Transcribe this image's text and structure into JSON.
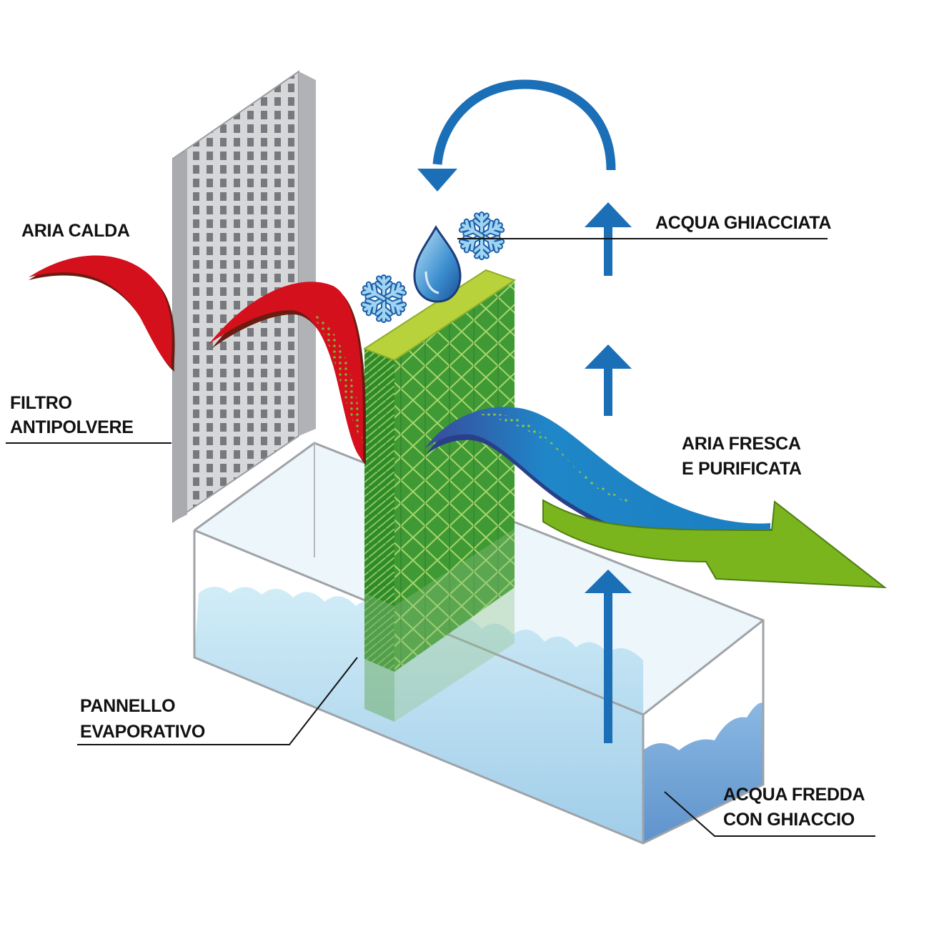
{
  "labels": {
    "aria_calda": "ARIA CALDA",
    "filtro_line1": "FILTRO",
    "filtro_line2": "ANTIPOLVERE",
    "acqua_ghiacciata": "ACQUA GHIACCIATA",
    "aria_fresca_line1": "ARIA FRESCA",
    "aria_fresca_line2": "E PURIFICATA",
    "pannello_line1": "PANNELLO",
    "pannello_line2": "EVAPORATIVO",
    "acqua_fredda_line1": "ACQUA FREDDA",
    "acqua_fredda_line2": "CON GHIACCIO"
  },
  "colors": {
    "hot_air": "#d4101c",
    "hot_air_edge": "#6b1c10",
    "filter": "#c8c9cb",
    "filter_dark": "#8e9094",
    "panel_green": "#4ea83a",
    "panel_top": "#b8d23c",
    "cool_air_blue": "#1e7fc4",
    "cool_air_green": "#7ab51d",
    "arrow_blue": "#1b6fb7",
    "water": "#bfe3f2",
    "water_dark": "#6fa3d3"
  },
  "icons": {
    "snowflake": "snowflake-icon",
    "drop": "water-drop-icon"
  }
}
